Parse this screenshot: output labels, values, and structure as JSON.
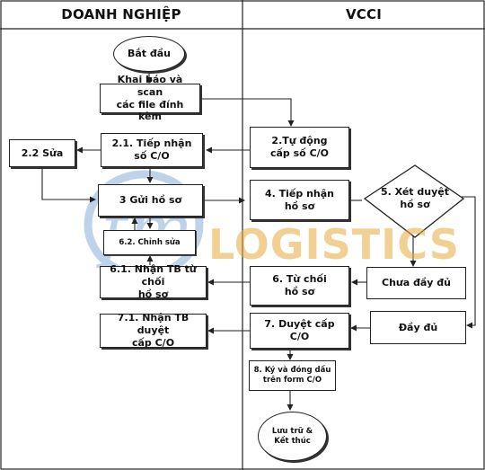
{
  "lanes": {
    "left": "DOANH NGHIỆP",
    "right": "VCCI"
  },
  "watermark": {
    "logo_text": "LOGISTICS",
    "monogram": "fm",
    "colors": {
      "blue": "#7fa9d6",
      "orange": "#e8aa3c"
    }
  },
  "nodes": {
    "start": "Bắt đầu",
    "declare": "Khai báo và scan\ncác file đính kèm",
    "receive_no": "2.1. Tiếp nhận\nsố C/O",
    "edit_2_2": "2.2 Sửa",
    "send": "3 Gửi hồ sơ",
    "edit_6_2": "6.2. Chỉnh sửa",
    "reject_notice": "6.1. Nhận TB từ chối\nhồ sơ",
    "approve_notice": "7.1. Nhận TB duyệt\ncấp C/O",
    "auto_no": "2.Tự động\ncấp số C/O",
    "receive_file": "4. Tiếp nhận\nhồ sơ",
    "reject": "6. Từ chối\nhồ sơ",
    "approve": "7. Duyệt cấp C/O",
    "sign": "8. Ký và đóng dấu\ntrên form C/O",
    "end": "Lưu trữ &\nKết thúc",
    "review": "5. Xét duyệt\nhồ sơ",
    "incomplete": "Chưa đầy đủ",
    "complete": "Đầy đủ"
  }
}
